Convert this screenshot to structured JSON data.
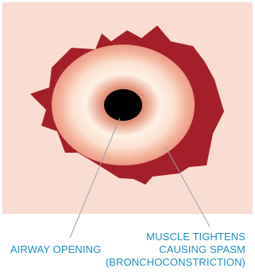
{
  "labels": {
    "airway_opening": "AIRWAY OPENING",
    "muscle": {
      "line1": "MUSCLE TIGHTENS",
      "line2": "CAUSING SPASM",
      "line3": "(BRONCHOCONSTRICTION)"
    }
  },
  "colors": {
    "background": "#f9ddd3",
    "muscle": "#a51f2a",
    "wall_outer": "#f8d2bf",
    "wall_mid": "#f2a78f",
    "wall_inner": "#fff4e8",
    "lumen": "#000000",
    "label_text": "#1f8ec2",
    "leader_line": "#9aa0a6"
  }
}
